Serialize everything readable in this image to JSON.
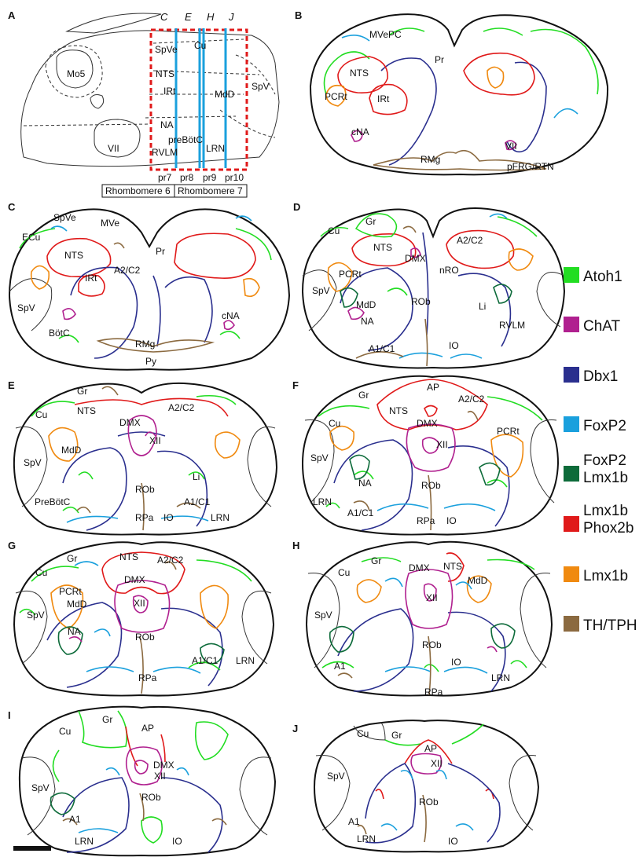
{
  "colors": {
    "atoh1": "#22dd22",
    "chat": "#b0208f",
    "dbx1": "#2a2f8e",
    "foxp2": "#1aa0dd",
    "foxp2_lmx1b": "#0d6b3a",
    "lmx1b_phox2b": "#e01a1a",
    "lmx1b": "#f08a10",
    "th_tph": "#8b6a40"
  },
  "legend": [
    {
      "key": "atoh1",
      "lines": [
        "Atoh1"
      ]
    },
    {
      "key": "chat",
      "lines": [
        "ChAT"
      ]
    },
    {
      "key": "dbx1",
      "lines": [
        "Dbx1"
      ]
    },
    {
      "key": "foxp2",
      "lines": [
        "FoxP2"
      ]
    },
    {
      "key": "foxp2_lmx1b",
      "lines": [
        "FoxP2",
        "Lmx1b"
      ]
    },
    {
      "key": "lmx1b_phox2b",
      "lines": [
        "Lmx1b",
        "Phox2b"
      ]
    },
    {
      "key": "lmx1b",
      "lines": [
        "Lmx1b"
      ]
    },
    {
      "key": "th_tph",
      "lines": [
        "TH/TPH"
      ]
    }
  ],
  "panelA": {
    "letter": "A",
    "section_letters": [
      "C",
      "E",
      "H",
      "J"
    ],
    "labels": [
      "Mo5",
      "SpVe",
      "Cu",
      "NTS",
      "IRt",
      "MdD",
      "SpV",
      "NA",
      "preBötC",
      "VII",
      "RVLM",
      "LRN"
    ],
    "probes": [
      "pr7",
      "pr8",
      "pr9",
      "pr10"
    ],
    "rhombomeres": [
      "Rhombomere 6",
      "Rhombomere 7"
    ]
  },
  "panels": [
    {
      "letter": "B",
      "labels": [
        "MVePC",
        "Pr",
        "NTS",
        "PCRt",
        "IRt",
        "cNA",
        "RMg",
        "VII",
        "pFRG/RTN"
      ]
    },
    {
      "letter": "C",
      "labels": [
        "SpVe",
        "MVe",
        "ECu",
        "NTS",
        "Pr",
        "IRt",
        "A2/C2",
        "SpV",
        "cNA",
        "BötC",
        "RMg",
        "Py"
      ]
    },
    {
      "letter": "D",
      "labels": [
        "Cu",
        "Gr",
        "NTS",
        "A2/C2",
        "DMX",
        "PCRt",
        "nRO",
        "SpV",
        "MdD",
        "NA",
        "ROb",
        "Li",
        "RVLM",
        "A1/C1",
        "IO"
      ]
    },
    {
      "letter": "E",
      "labels": [
        "Gr",
        "Cu",
        "NTS",
        "A2/C2",
        "DMX",
        "XII",
        "MdD",
        "SpV",
        "Li",
        "ROb",
        "PreBötC",
        "A1/C1",
        "RPa",
        "IO",
        "LRN"
      ]
    },
    {
      "letter": "F",
      "labels": [
        "AP",
        "Gr",
        "NTS",
        "A2/C2",
        "DMX",
        "Cu",
        "XII",
        "PCRt",
        "SpV",
        "NA",
        "ROb",
        "LRN",
        "A1/C1",
        "RPa",
        "IO"
      ]
    },
    {
      "letter": "G",
      "labels": [
        "Gr",
        "NTS",
        "A2/C2",
        "Cu",
        "DMX",
        "PCRt",
        "MdD",
        "XII",
        "SpV",
        "NA",
        "ROb",
        "A1/C1",
        "LRN",
        "RPa"
      ]
    },
    {
      "letter": "H",
      "labels": [
        "Cu",
        "Gr",
        "DMX",
        "NTS",
        "MdD",
        "XII",
        "SpV",
        "ROb",
        "A1",
        "IO",
        "LRN",
        "RPa"
      ]
    },
    {
      "letter": "I",
      "labels": [
        "Cu",
        "Gr",
        "AP",
        "DMX",
        "XII",
        "SpV",
        "ROb",
        "A1",
        "LRN",
        "IO"
      ]
    },
    {
      "letter": "J",
      "labels": [
        "Cu",
        "Gr",
        "AP",
        "XII",
        "SpV",
        "ROb",
        "A1",
        "LRN",
        "IO"
      ]
    }
  ]
}
